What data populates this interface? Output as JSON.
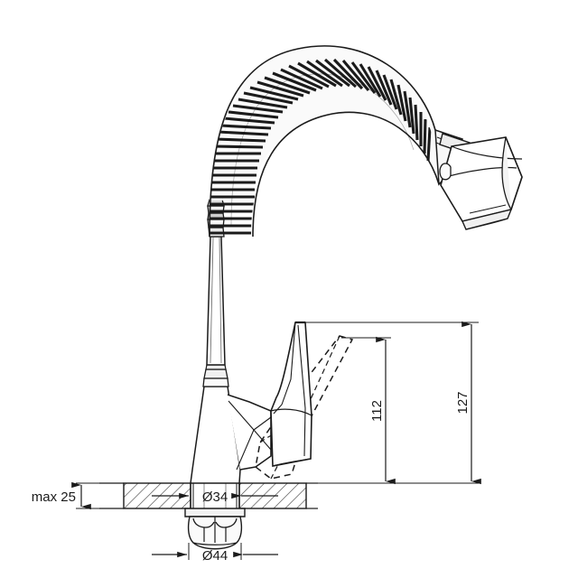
{
  "drawing": {
    "title": "Kitchen faucet technical dimension drawing",
    "product": "Single-lever sink mixer with flexible gooseneck spout and spray head",
    "projection": "side elevation / section",
    "units": "mm",
    "background_color": "#ffffff",
    "line_color": "#1b1b1b",
    "hatch_color": "#3a3a3a",
    "shade_color": "#d9d9d9"
  },
  "dimensions": {
    "counter_thickness": {
      "label": "max 25",
      "value": 25,
      "qualifier": "max",
      "orientation": "vertical",
      "describes": "maximum countertop thickness"
    },
    "mounting_hole": {
      "label": "Ø34",
      "symbol": "Ø",
      "value": 34,
      "orientation": "horizontal",
      "describes": "required mounting hole diameter"
    },
    "base_nut": {
      "label": "Ø44",
      "symbol": "Ø",
      "value": 44,
      "orientation": "horizontal",
      "describes": "under-counter fixing nut diameter"
    },
    "handle_down_height": {
      "label": "112",
      "value": 112,
      "orientation": "vertical",
      "describes": "height to lever handle in closed position"
    },
    "handle_up_height": {
      "label": "127",
      "value": 127,
      "orientation": "vertical",
      "describes": "height to lever handle in raised position"
    }
  },
  "components": [
    {
      "name": "spray-head",
      "label": "Spray head / nozzle"
    },
    {
      "name": "flexible-hose",
      "label": "Flexible corrugated gooseneck"
    },
    {
      "name": "riser-column",
      "label": "Riser column"
    },
    {
      "name": "body-base",
      "label": "Tapered mixer body base"
    },
    {
      "name": "lever-handle",
      "label": "Lever handle (closed position, solid)"
    },
    {
      "name": "lever-handle-open",
      "label": "Lever handle (open position, dashed)"
    },
    {
      "name": "countertop",
      "label": "Countertop section (hatched)"
    },
    {
      "name": "fixing-nut",
      "label": "Under-counter fixing nut"
    }
  ]
}
